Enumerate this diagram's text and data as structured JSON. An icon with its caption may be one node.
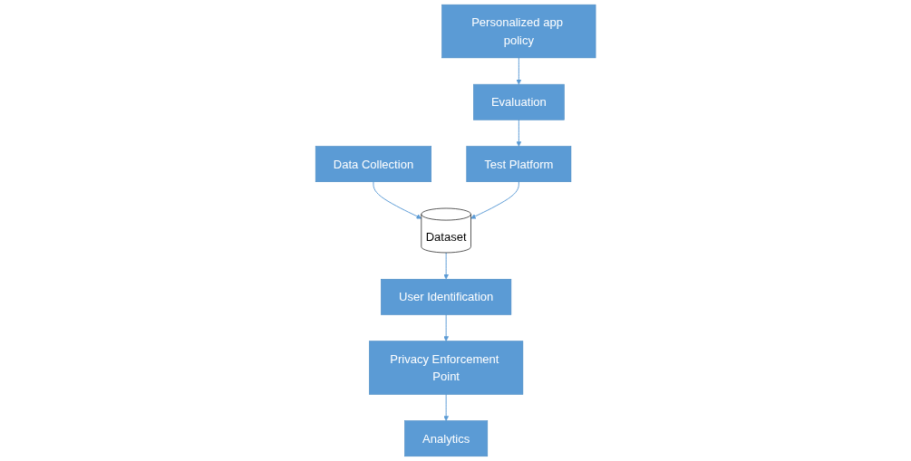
{
  "diagram": {
    "nodes": [
      {
        "text": [
          "Data Collection"
        ]
      },
      {
        "text": [
          "Dataset"
        ]
      },
      {
        "text": [
          "Test Platform"
        ]
      },
      {
        "text": [
          "Privacy Enforcement Point"
        ]
      },
      {
        "text": [
          "User Identification"
        ]
      },
      {
        "text": [
          "Evaluation"
        ]
      },
      {
        "text": [
          "Analytics"
        ]
      },
      {
        "text": [
          "Personalized app policy"
        ]
      }
    ],
    "edges": [
      {
        "from": 0,
        "to": 1,
        "arrow": "to"
      },
      {
        "from": 2,
        "to": 1,
        "arrow": "to"
      },
      {
        "from": 1,
        "to": 4,
        "arrow": "to"
      },
      {
        "from": 4,
        "to": 3,
        "arrow": "to"
      },
      {
        "from": 3,
        "to": 6,
        "arrow": "to"
      },
      {
        "from": 7,
        "to": 5,
        "arrow": "to"
      },
      {
        "from": 5,
        "to": 2,
        "arrow": "to"
      }
    ]
  }
}
